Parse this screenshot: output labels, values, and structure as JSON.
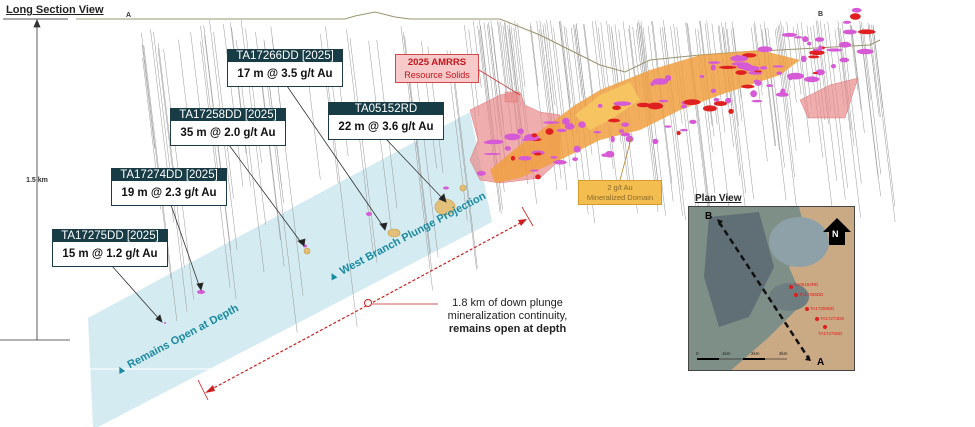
{
  "long_section": {
    "title": "Long Section View",
    "end_a": "A",
    "end_b": "B",
    "scale_label": "1.5 km"
  },
  "intercepts": [
    {
      "hole": "TA17266DD [2025]",
      "result": "17 m @ 3.5 g/t Au"
    },
    {
      "hole": "TA17258DD [2025]",
      "result": "35 m @ 2.0 g/t Au"
    },
    {
      "hole": "TA05152RD",
      "result": "22 m @ 3.6 g/t Au"
    },
    {
      "hole": "TA17274DD [2025]",
      "result": "19 m @ 2.3 g/t Au"
    },
    {
      "hole": "TA17275DD [2025]",
      "result": "15 m @ 1.2 g/t Au"
    }
  ],
  "legend": {
    "resource_title": "2025 AMRRS",
    "resource_sub": "Resource Solids",
    "domain_title": "2 g/t Au",
    "domain_sub": "Mineralized Domain"
  },
  "band": {
    "projection_label": "West Branch Plunge Projection",
    "open_label": "Remains Open at Depth"
  },
  "note": {
    "line1": "1.8 km of down plunge",
    "line2": "mineralization continuity,",
    "bold": "remains open at depth"
  },
  "plan_view": {
    "title": "Plan View",
    "end_a": "A",
    "end_b": "B",
    "north": "N",
    "holes": [
      "TA05152RD",
      "TA17266DD",
      "TA17258DD",
      "TA17274DD",
      "TA17275DD"
    ],
    "scale_ticks": [
      "0",
      "1km",
      "2km",
      "3km"
    ]
  },
  "colors": {
    "callout_header": "#173c45",
    "band": "#d3ebf1",
    "band_text": "#1a8aa0",
    "resource": "#e88a8a",
    "domain": "#f3bd4f",
    "assay": "#d65ad6",
    "continuity_arrow": "#cc1f1f"
  }
}
